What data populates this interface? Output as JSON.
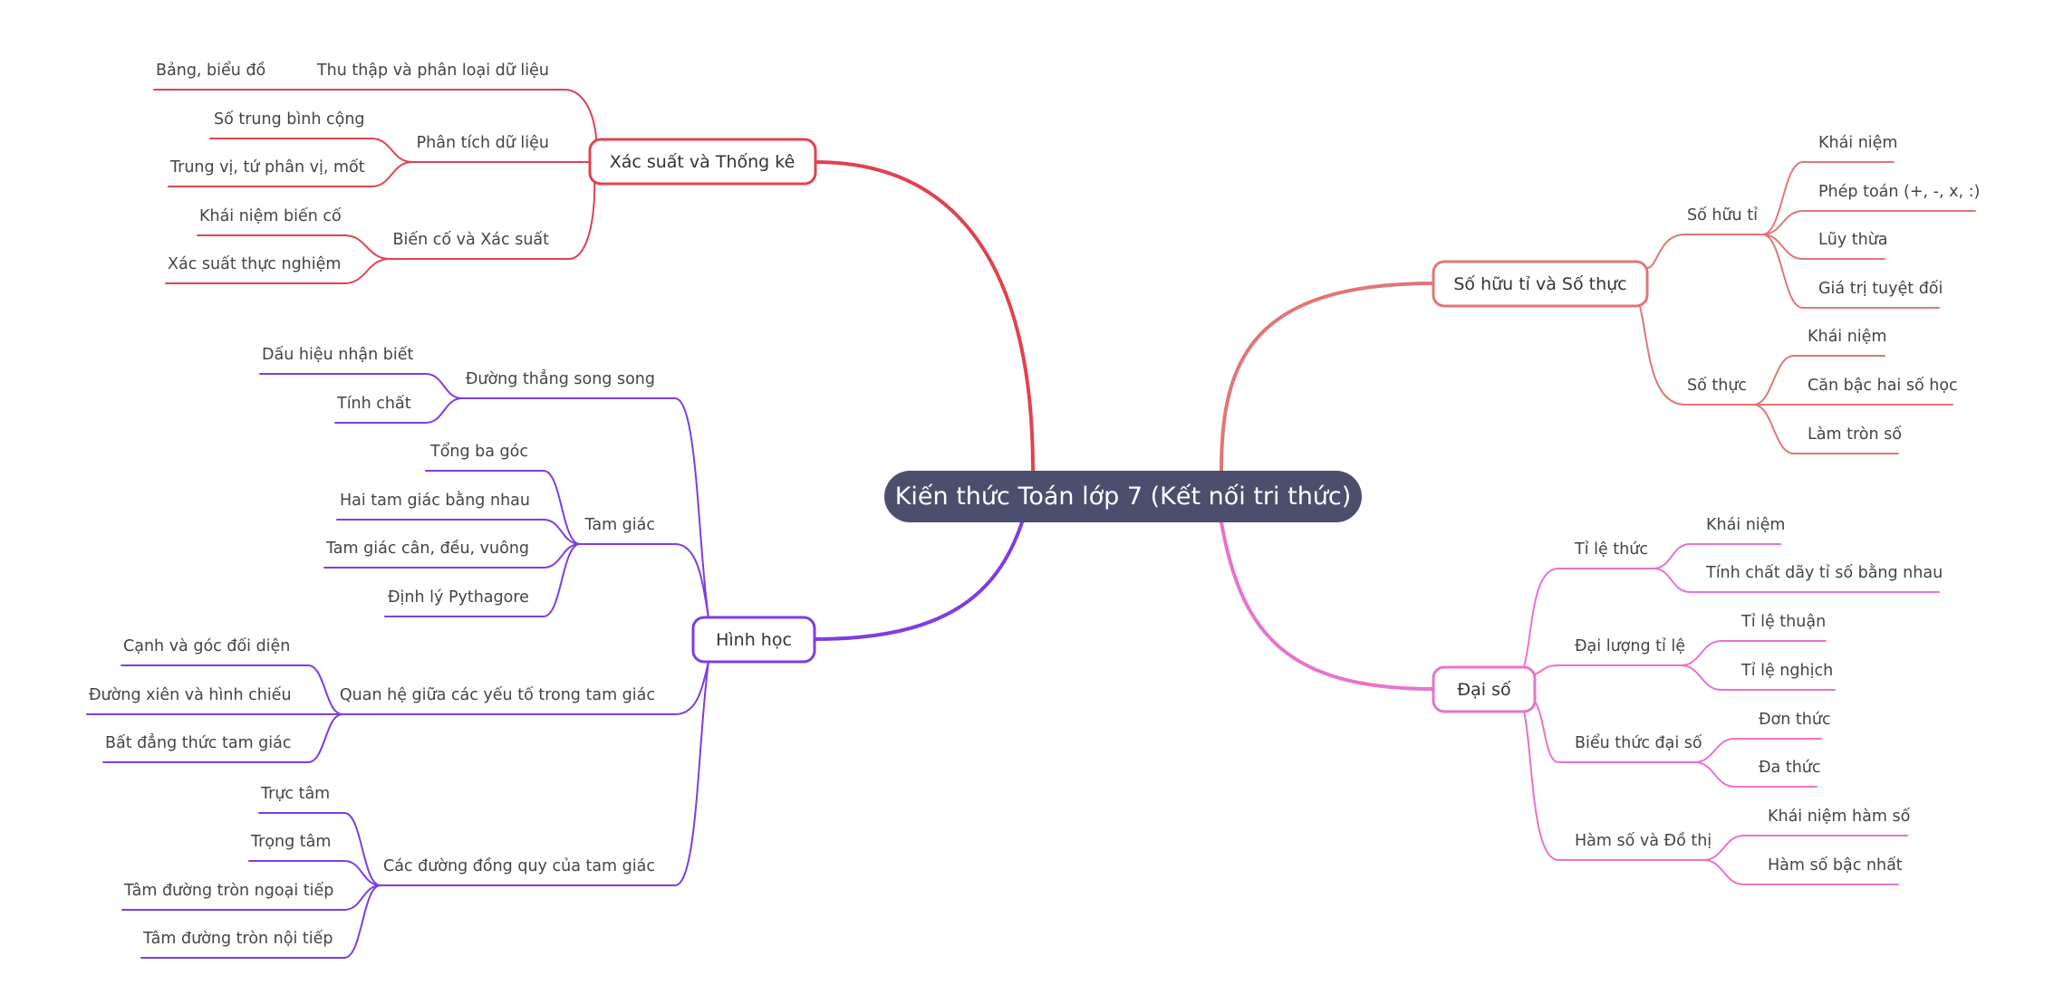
{
  "colors": {
    "root_fill": "#4b4e6d",
    "statistics": "#e0424f",
    "geometry": "#7f3de0",
    "numbers": "#e07677",
    "algebra": "#e873c9"
  },
  "root": {
    "label": "Kiến thức Toán lớp 7 (Kết nối tri thức)"
  },
  "branches": [
    {
      "label": "Xác suất và Thống kê",
      "color": "statistics",
      "children": [
        {
          "label": "Thu thập và phân loại dữ liệu",
          "children": [
            "Bảng, biểu đồ"
          ]
        },
        {
          "label": "Phân tích dữ liệu",
          "children": [
            "Số trung bình cộng",
            "Trung vị, tứ phân vị, mốt"
          ]
        },
        {
          "label": "Biến cố và Xác suất",
          "children": [
            "Khái niệm biến cố",
            "Xác suất thực nghiệm"
          ]
        }
      ]
    },
    {
      "label": "Hình học",
      "color": "geometry",
      "children": [
        {
          "label": "Đường thẳng song song",
          "children": [
            "Dấu hiệu nhận biết",
            "Tính chất"
          ]
        },
        {
          "label": "Tam giác",
          "children": [
            "Tổng ba góc",
            "Hai tam giác bằng nhau",
            "Tam giác cân, đều, vuông",
            "Định lý Pythagore"
          ]
        },
        {
          "label": "Quan hệ giữa các yếu tố trong tam giác",
          "children": [
            "Cạnh và góc đối diện",
            "Đường xiên và hình chiếu",
            "Bất đẳng thức tam giác"
          ]
        },
        {
          "label": "Các đường đồng quy của tam giác",
          "children": [
            "Trực tâm",
            "Trọng tâm",
            "Tâm đường tròn ngoại tiếp",
            "Tâm đường tròn nội tiếp"
          ]
        }
      ]
    },
    {
      "label": "Số hữu tỉ và Số thực",
      "color": "numbers",
      "children": [
        {
          "label": "Số hữu tỉ",
          "children": [
            "Khái niệm",
            "Phép toán (+, -, x, :)",
            "Lũy thừa",
            "Giá trị tuyệt đối"
          ]
        },
        {
          "label": "Số thực",
          "children": [
            "Khái niệm",
            "Căn bậc hai số học",
            "Làm tròn số"
          ]
        }
      ]
    },
    {
      "label": "Đại số",
      "color": "algebra",
      "children": [
        {
          "label": "Tỉ lệ thức",
          "children": [
            "Khái niệm",
            "Tính chất dãy tỉ số bằng nhau"
          ]
        },
        {
          "label": "Đại lượng tỉ lệ",
          "children": [
            "Tỉ lệ thuận",
            "Tỉ lệ nghịch"
          ]
        },
        {
          "label": "Biểu thức đại số",
          "children": [
            "Đơn thức",
            "Đa thức"
          ]
        },
        {
          "label": "Hàm số và Đồ thị",
          "children": [
            "Khái niệm hàm số",
            "Hàm số bậc nhất"
          ]
        }
      ]
    }
  ]
}
